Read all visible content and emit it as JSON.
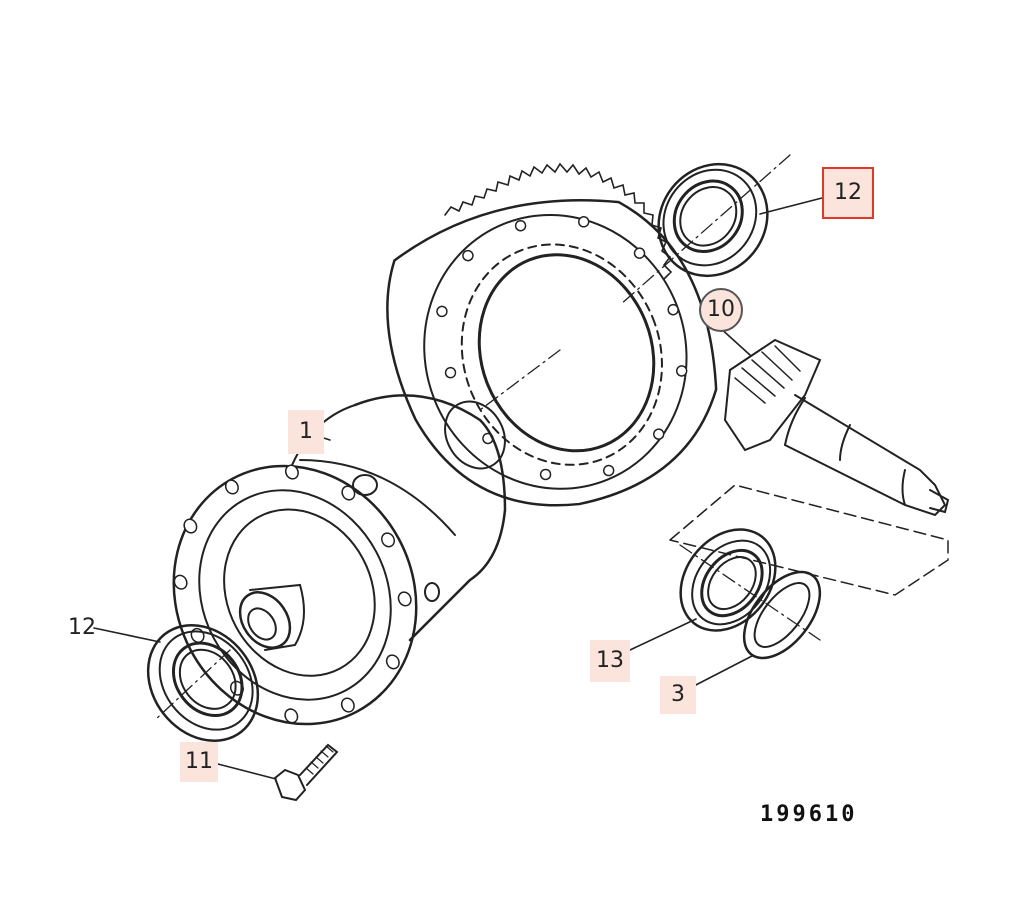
{
  "figure_number": "199610",
  "colors": {
    "highlight": "#fbe4dc",
    "selected_border": "#e0382a",
    "line": "#222222"
  },
  "callouts": {
    "c12_top": "12",
    "c10": "10",
    "c1": "1",
    "c12_left": "12",
    "c13": "13",
    "c3": "3",
    "c11": "11"
  }
}
